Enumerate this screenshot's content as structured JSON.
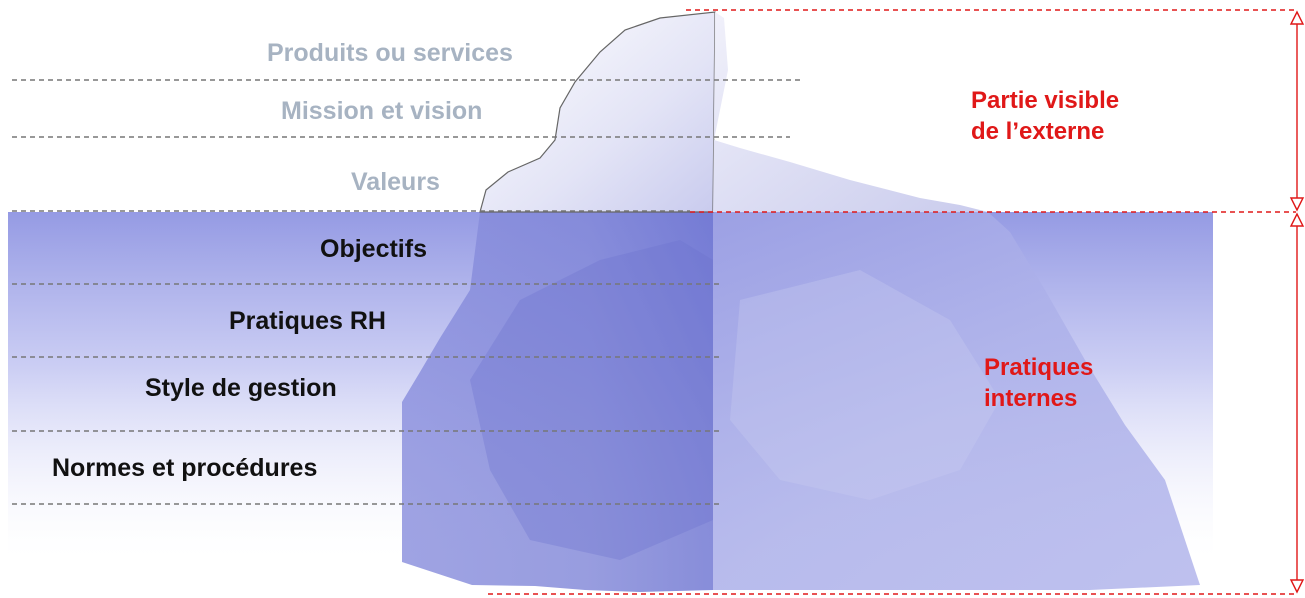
{
  "layers_above_water": [
    {
      "id": "produits",
      "label": "Produits ou services"
    },
    {
      "id": "mission",
      "label": "Mission et vision"
    },
    {
      "id": "valeurs",
      "label": "Valeurs"
    }
  ],
  "layers_below_water": [
    {
      "id": "objectifs",
      "label": "Objectifs"
    },
    {
      "id": "pratiques-rh",
      "label": "Pratiques RH"
    },
    {
      "id": "style",
      "label": "Style de gestion"
    },
    {
      "id": "normes",
      "label": "Normes et procédures"
    }
  ],
  "zones": {
    "visible": {
      "line1": "Partie visible",
      "line2": "de l’externe"
    },
    "internal": {
      "line1": "Pratiques",
      "line2": "internes"
    }
  },
  "colors": {
    "zone_label": "#e01818",
    "above_label": "#a7b3c2",
    "below_label": "#111111",
    "water": "#b4b8ec",
    "iceberg": "#7a80d6",
    "guide_line": "#777777",
    "zone_divider": "#e01818"
  }
}
